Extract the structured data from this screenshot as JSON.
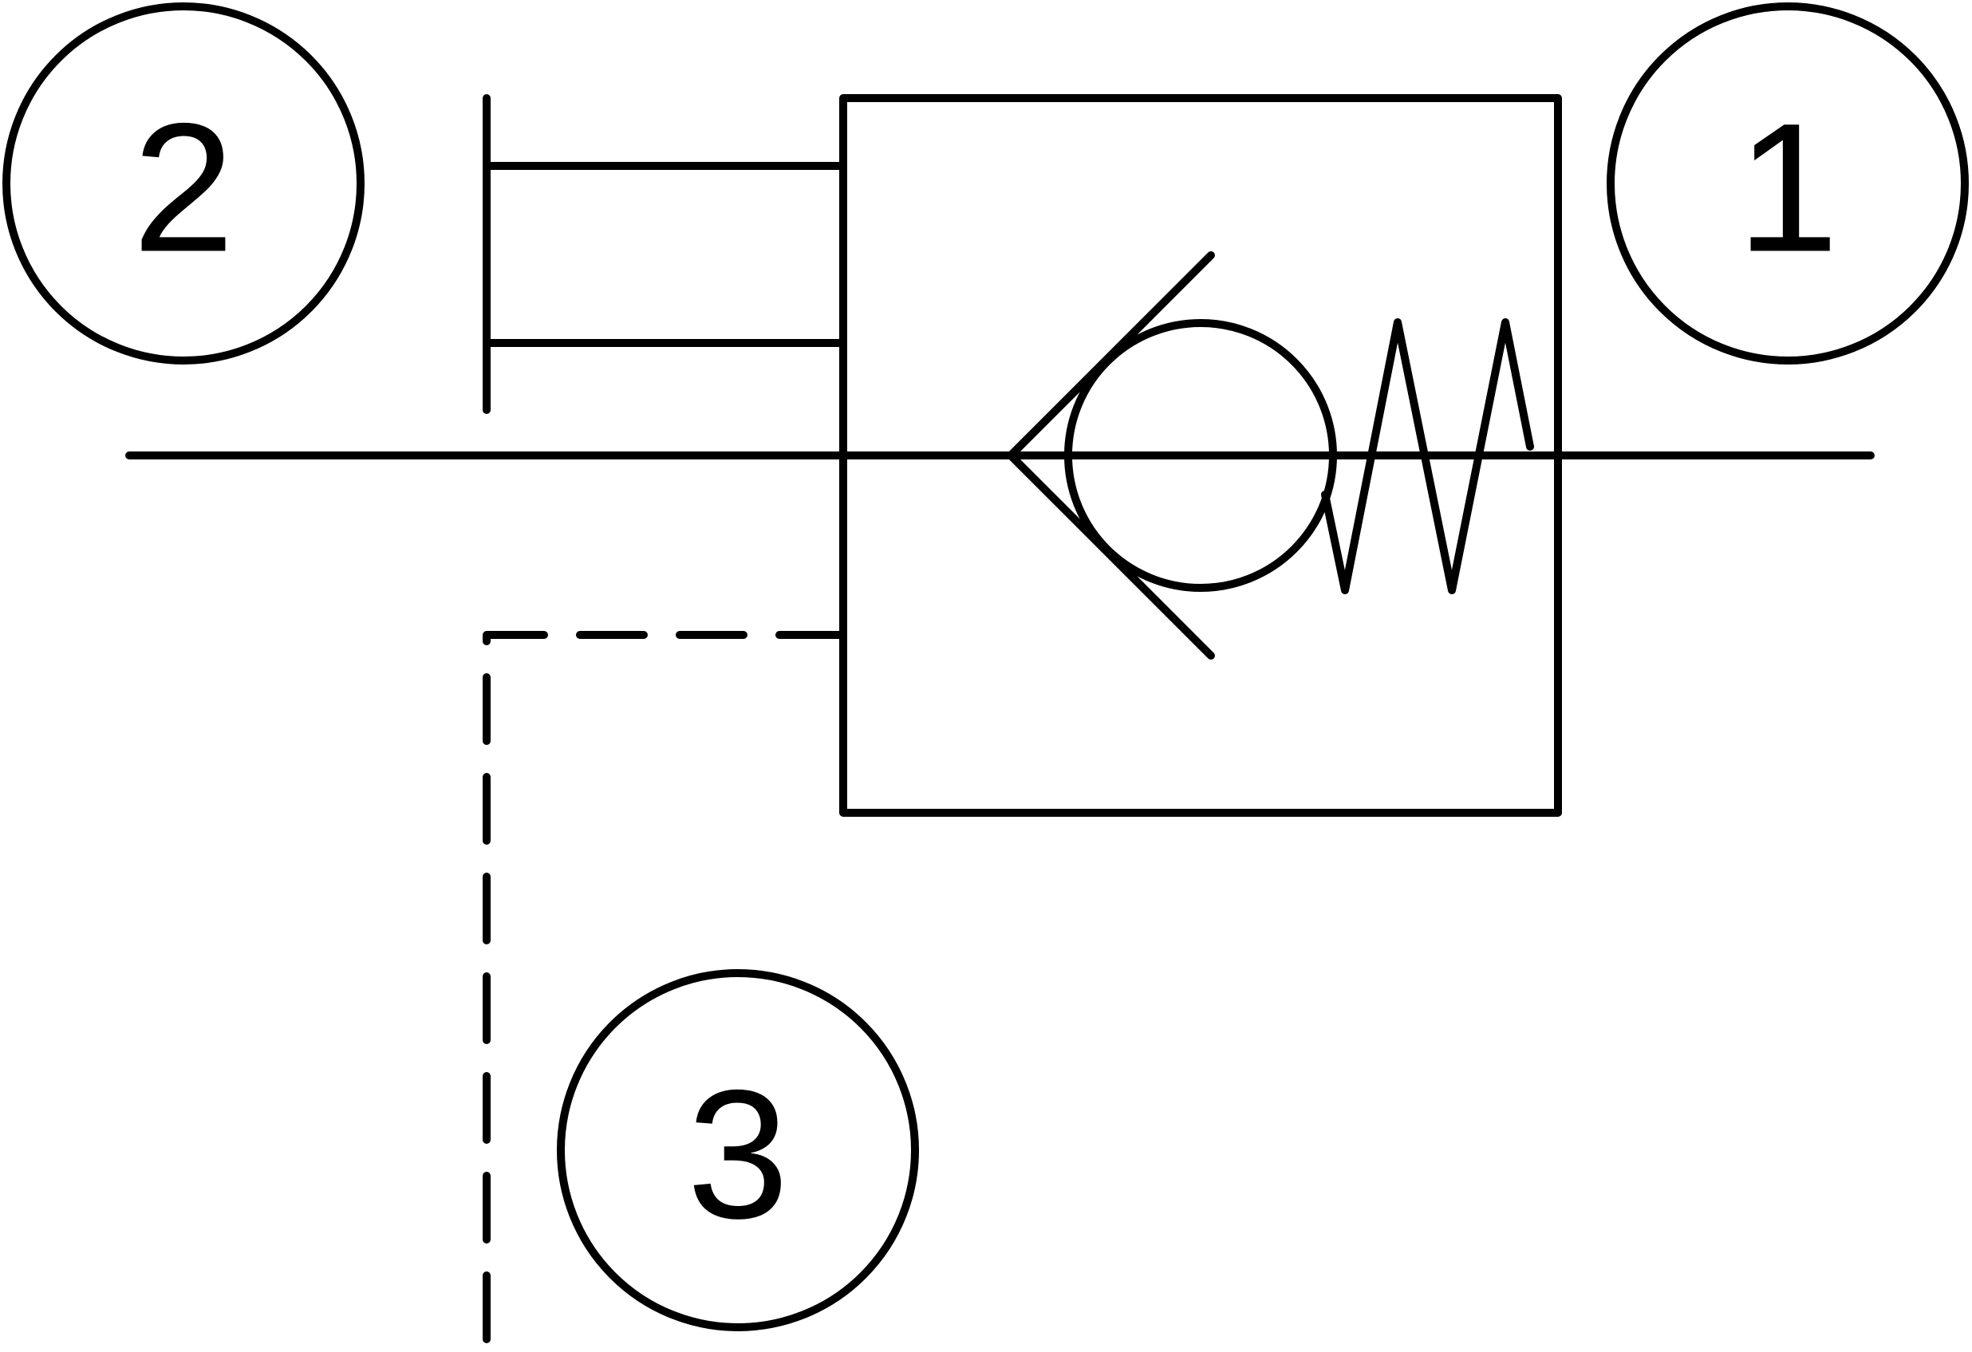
{
  "ports": [
    {
      "id": "port-2",
      "label": "2"
    },
    {
      "id": "port-1",
      "label": "1"
    },
    {
      "id": "port-3",
      "label": "3"
    }
  ],
  "symbol": {
    "type": "spring-loaded check valve with pilot line",
    "colors": {
      "stroke": "#000000",
      "background": "#ffffff"
    }
  }
}
